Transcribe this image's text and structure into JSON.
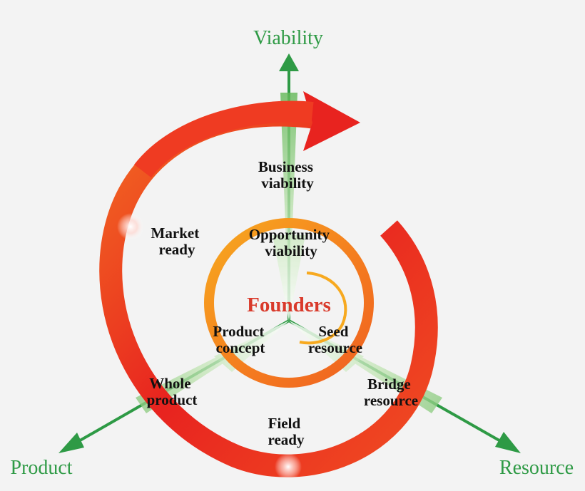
{
  "axes": {
    "top": "Viability",
    "left": "Product",
    "right": "Resource"
  },
  "center": "Founders",
  "nodes": {
    "business_viability": [
      "Business",
      "viability"
    ],
    "opportunity_viability": [
      "Opportunity",
      "viability"
    ],
    "market_ready": [
      "Market",
      "ready"
    ],
    "product_concept": [
      "Product",
      "concept"
    ],
    "seed_resource": [
      "Seed",
      "resource"
    ],
    "whole_product": [
      "Whole",
      "product"
    ],
    "bridge_resource": [
      "Bridge",
      "resource"
    ],
    "field_ready": [
      "Field",
      "ready"
    ]
  },
  "colors": {
    "axis_green": "#2e9a45",
    "wedge_green": "#9fd48f",
    "spiral_red": "#e8231f",
    "spiral_orange": "#f47a1f",
    "inner_ring_orange": "#f5921e",
    "center_text": "#d93a2b"
  }
}
